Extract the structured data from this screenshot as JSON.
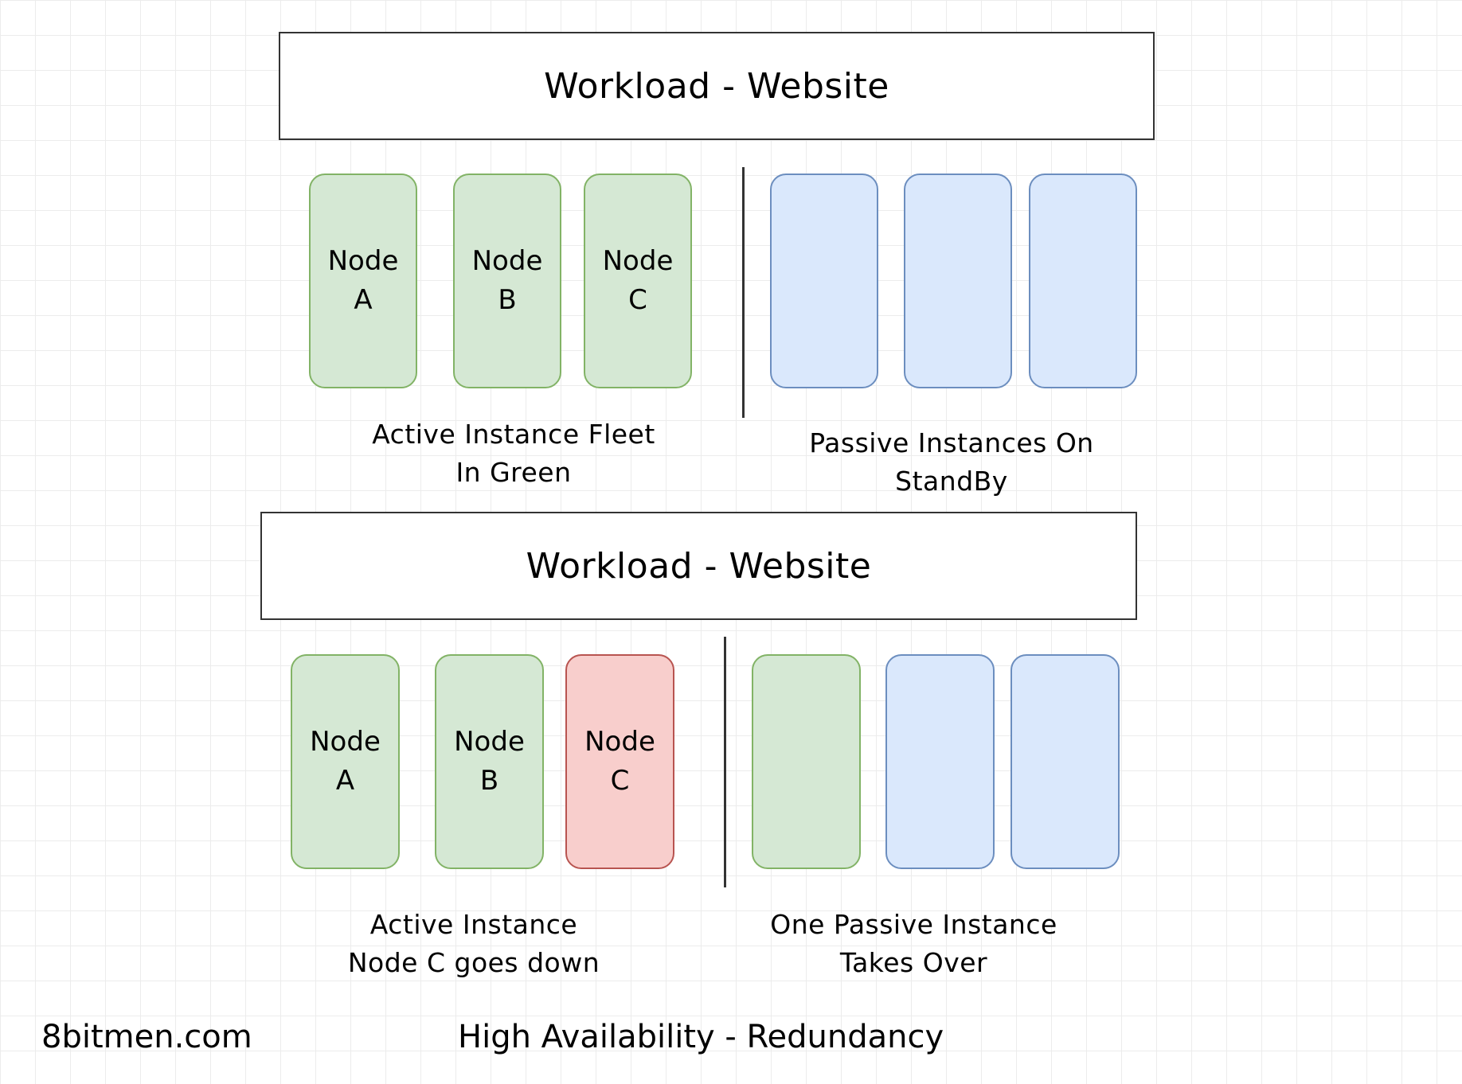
{
  "top": {
    "workload_label": "Workload - Website",
    "nodes": [
      {
        "line1": "Node",
        "line2": "A",
        "state": "active"
      },
      {
        "line1": "Node",
        "line2": "B",
        "state": "active"
      },
      {
        "line1": "Node",
        "line2": "C",
        "state": "active"
      },
      {
        "line1": "",
        "line2": "",
        "state": "passive"
      },
      {
        "line1": "",
        "line2": "",
        "state": "passive"
      },
      {
        "line1": "",
        "line2": "",
        "state": "passive"
      }
    ],
    "caption_left": {
      "line1": "Active Instance Fleet",
      "line2": "In Green"
    },
    "caption_right": {
      "line1": "Passive Instances On",
      "line2": "StandBy"
    }
  },
  "bottom": {
    "workload_label": "Workload - Website",
    "nodes": [
      {
        "line1": "Node",
        "line2": "A",
        "state": "active"
      },
      {
        "line1": "Node",
        "line2": "B",
        "state": "active"
      },
      {
        "line1": "Node",
        "line2": "C",
        "state": "failed"
      },
      {
        "line1": "",
        "line2": "",
        "state": "active"
      },
      {
        "line1": "",
        "line2": "",
        "state": "passive"
      },
      {
        "line1": "",
        "line2": "",
        "state": "passive"
      }
    ],
    "caption_left": {
      "line1": "Active Instance",
      "line2": "Node C goes down"
    },
    "caption_right": {
      "line1": "One Passive Instance",
      "line2": "Takes Over"
    }
  },
  "footer": {
    "site": "8bitmen.com",
    "title": "High Availability - Redundancy"
  },
  "colors": {
    "active_fill": "#d5e8d4",
    "active_stroke": "#82b366",
    "passive_fill": "#dae8fc",
    "passive_stroke": "#6c8ebf",
    "failed_fill": "#f8cecc",
    "failed_stroke": "#b85450"
  }
}
